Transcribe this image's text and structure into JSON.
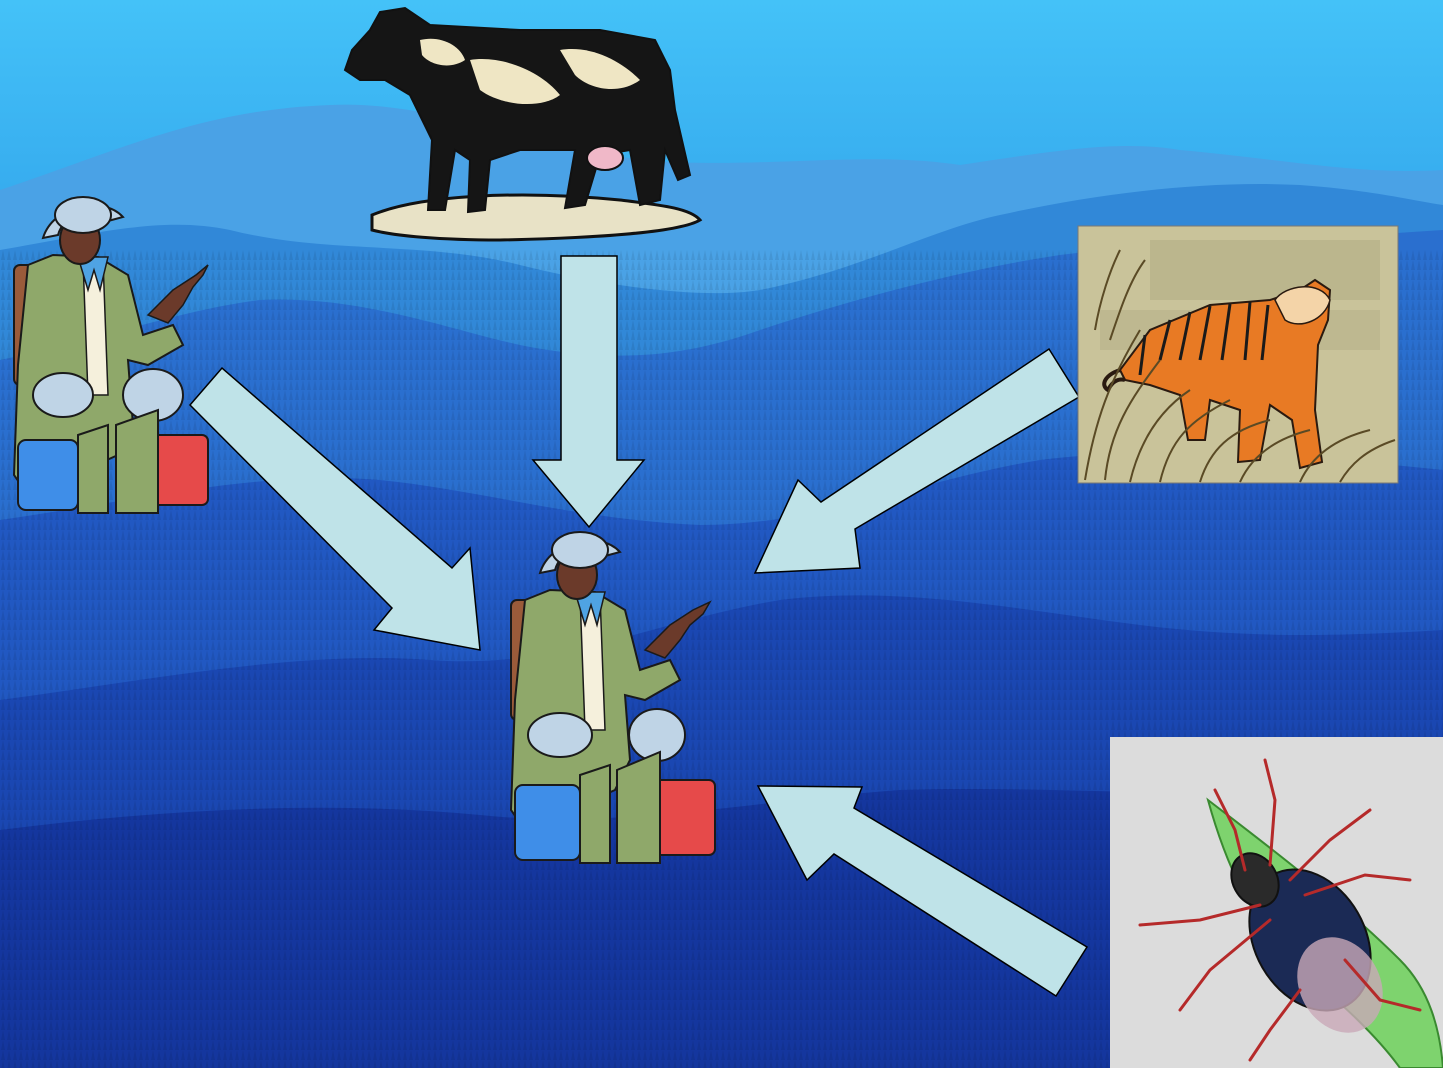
{
  "slide": {
    "background": {
      "sky_top": "#3db8f5",
      "sky_mid": "#1f7fd6",
      "mountain_far": "#5aa8e8",
      "mountain_mid": "#2f6fd0",
      "mountain_near": "#1e4fb8",
      "valley": "#1538a0",
      "foreground": "#10278c"
    },
    "arrow_color": "#bfe3e8",
    "arrow_outline": "#000000",
    "center": {
      "name": "person-with-children",
      "icon": "guide-with-children-icon"
    },
    "sources": [
      {
        "name": "person-with-children",
        "icon": "guide-with-children-icon",
        "position": "left"
      },
      {
        "name": "cow",
        "icon": "cow-icon",
        "position": "top"
      },
      {
        "name": "tiger",
        "icon": "tiger-icon",
        "position": "right"
      },
      {
        "name": "tick",
        "icon": "tick-icon",
        "position": "bottom-right"
      }
    ]
  }
}
